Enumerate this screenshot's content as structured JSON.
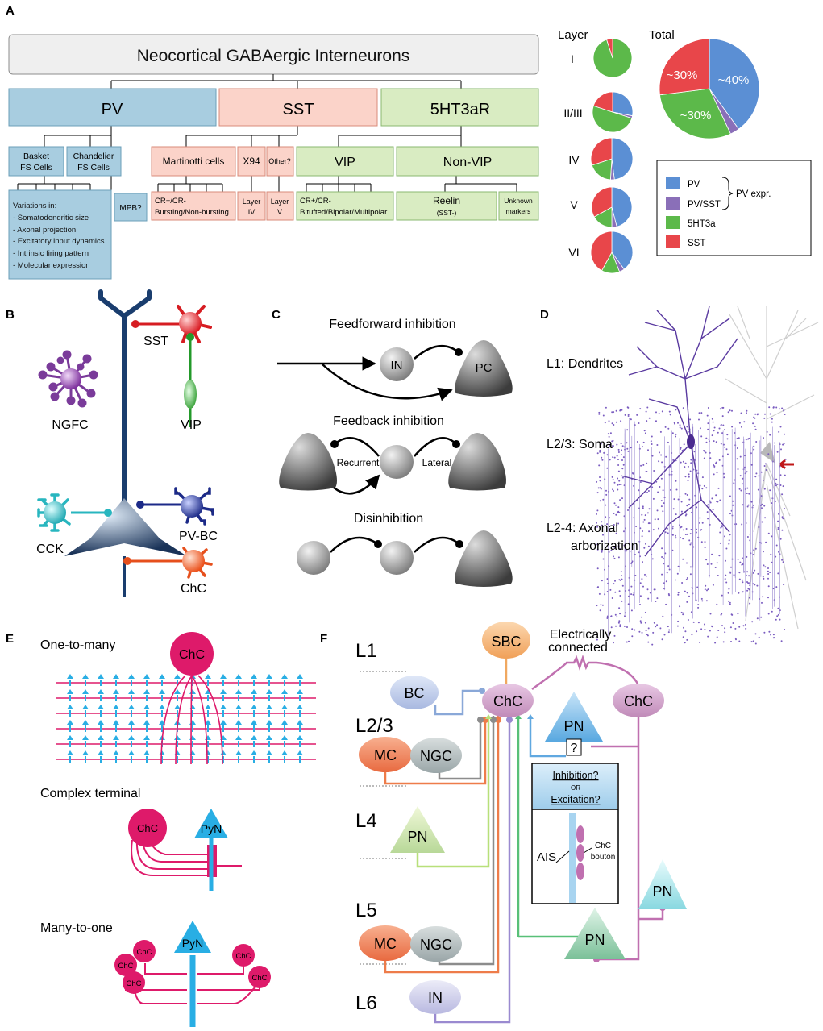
{
  "panels": {
    "A": "A",
    "B": "B",
    "C": "C",
    "D": "D",
    "E": "E",
    "F": "F"
  },
  "panel_a": {
    "title": "Neocortical GABAergic Interneurons",
    "pv": "PV",
    "sst": "SST",
    "htr": "5HT3aR",
    "basket_1": "Basket",
    "basket_2": "FS Cells",
    "chandelier_1": "Chandelier",
    "chandelier_2": "FS Cells",
    "martinotti": "Martinotti cells",
    "x94": "X94",
    "other": "Other?",
    "vip": "VIP",
    "nonvip": "Non-VIP",
    "variations": [
      "Variations in:",
      "- Somatodendritic size",
      "- Axonal projection",
      "- Excitatory input dynamics",
      "- Intrinsic firing pattern",
      "- Molecular expression"
    ],
    "mpb": "MPB?",
    "cr_sst_1": "CR+/CR-",
    "cr_sst_2": "Bursting/Non-bursting",
    "layer4_1": "Layer",
    "layer4_2": "IV",
    "layer5_1": "Layer",
    "layer5_2": "V",
    "cr_vip_1": "CR+/CR-",
    "cr_vip_2": "Bitufted/Bipolar/Multipolar",
    "reelin_1": "Reelin",
    "reelin_2": "(SST-)",
    "unknown_1": "Unknown",
    "unknown_2": "markers",
    "layer_header": "Layer",
    "total_header": "Total",
    "layer_names": [
      "I",
      "II/III",
      "IV",
      "V",
      "VI"
    ],
    "total_labels": [
      "~40%",
      "~30%",
      "~30%"
    ],
    "legend": [
      {
        "label": "PV",
        "color": "#5b8fd4"
      },
      {
        "label": "PV/SST",
        "color": "#8a6fb8"
      },
      {
        "label": "5HT3a",
        "color": "#5cb94a"
      },
      {
        "label": "SST",
        "color": "#e8464a"
      }
    ],
    "legend_bracket": "PV expr."
  },
  "chart_data": {
    "type": "pie",
    "categories": [
      "PV",
      "PV/SST",
      "5HT3a",
      "SST"
    ],
    "colors": [
      "#5b8fd4",
      "#8a6fb8",
      "#5cb94a",
      "#e8464a"
    ],
    "layers": [
      {
        "layer": "I",
        "values": [
          0,
          0,
          95,
          5
        ]
      },
      {
        "layer": "II/III",
        "values": [
          28,
          2,
          50,
          20
        ]
      },
      {
        "layer": "IV",
        "values": [
          48,
          3,
          19,
          30
        ]
      },
      {
        "layer": "V",
        "values": [
          46,
          4,
          17,
          33
        ]
      },
      {
        "layer": "VI",
        "values": [
          40,
          4,
          14,
          42
        ]
      }
    ],
    "total": [
      40,
      3,
      30,
      27
    ]
  },
  "panel_b": {
    "sst": "SST",
    "ngfc": "NGFC",
    "vip": "VIP",
    "cck": "CCK",
    "pvbc": "PV-BC",
    "chc": "ChC"
  },
  "panel_c": {
    "ff": "Feedforward inhibition",
    "in": "IN",
    "pc": "PC",
    "fb": "Feedback inhibition",
    "recurrent": "Recurrent",
    "lateral": "Lateral",
    "dis": "Disinhibition"
  },
  "panel_d": {
    "l1": "L1: Dendrites",
    "l23": "L2/3: Soma",
    "l24a": "L2-4: Axonal",
    "l24b": "arborization"
  },
  "panel_e": {
    "one": "One-to-many",
    "chc": "ChC",
    "complex": "Complex terminal",
    "pyn": "PyN",
    "many": "Many-to-one"
  },
  "panel_f": {
    "l1": "L1",
    "l23": "L2/3",
    "l4": "L4",
    "l5": "L5",
    "l6": "L6",
    "sbc": "SBC",
    "electrical_1": "Electrically",
    "electrical_2": "connected",
    "bc": "BC",
    "chc": "ChC",
    "chc2": "ChC",
    "mc": "MC",
    "ngc": "NGC",
    "pn": "PN",
    "q": "?",
    "inh": "Inhibition?",
    "or": "OR",
    "exc": "Excitation?",
    "ais": "AIS",
    "bouton_1": "ChC",
    "bouton_2": "bouton",
    "in": "IN"
  }
}
